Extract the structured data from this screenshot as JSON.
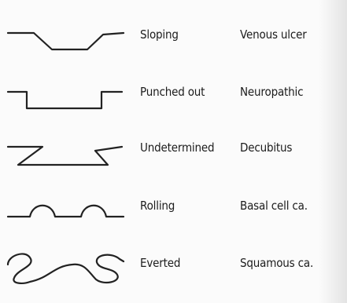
{
  "rows": [
    {
      "edge": "Sloping",
      "condition": "Venous ulcer"
    },
    {
      "edge": "Punched out",
      "condition": "Neuropathic"
    },
    {
      "edge": "Undetermined",
      "condition": "Decubitus"
    },
    {
      "edge": "Rolling",
      "condition": "Basal cell ca."
    },
    {
      "edge": "Everted",
      "condition": "Squamous ca."
    }
  ]
}
